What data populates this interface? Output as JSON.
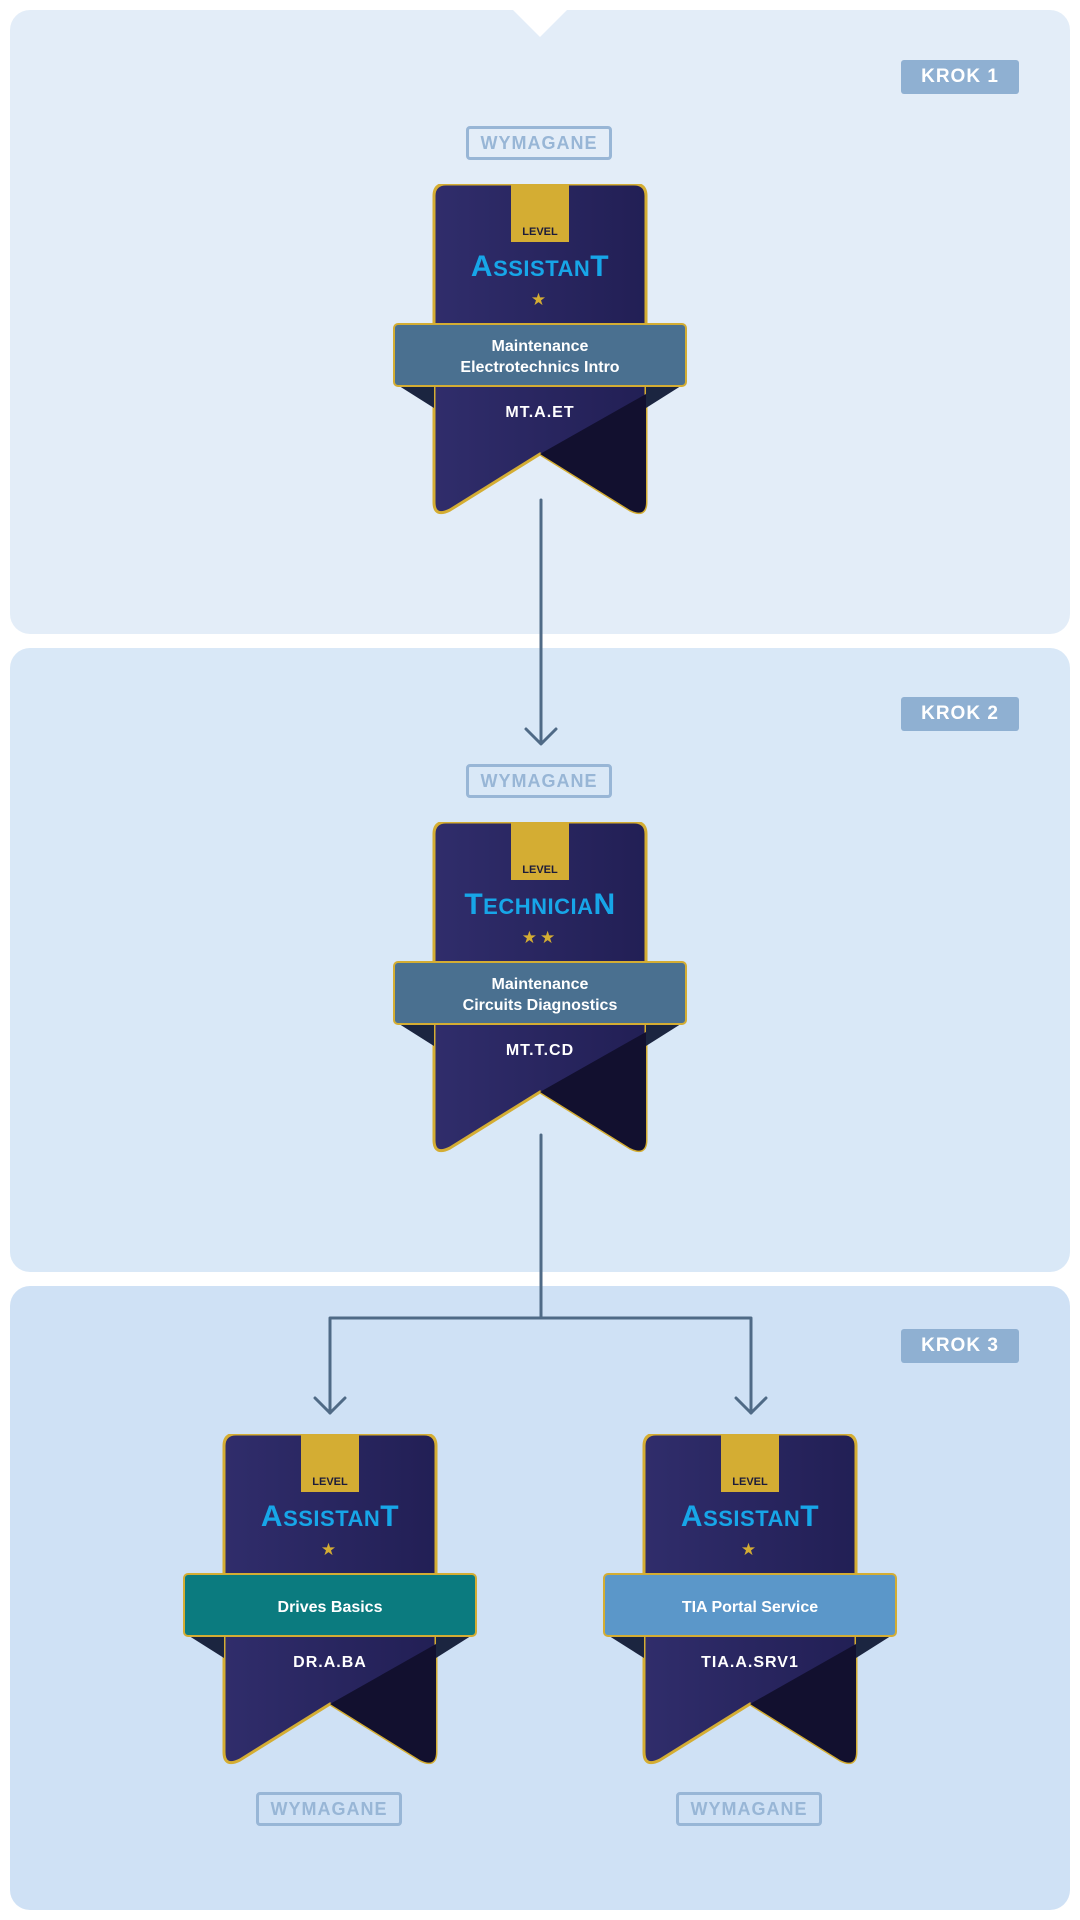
{
  "steps": [
    {
      "label": "KROK 1"
    },
    {
      "label": "KROK 2"
    },
    {
      "label": "KROK 3"
    }
  ],
  "required_label": "WYMAGANE",
  "badges": [
    {
      "level": "LEVEL",
      "role_first": "A",
      "role_mid": "SSISTAN",
      "role_last": "T",
      "stars": "★",
      "title_line1": "Maintenance",
      "title_line2": "Electrotechnics Intro",
      "code": "MT.A.ET",
      "band_color": "#4a7090"
    },
    {
      "level": "LEVEL",
      "role_first": "T",
      "role_mid": "ECHNICIA",
      "role_last": "N",
      "stars": "★★",
      "title_line1": "Maintenance",
      "title_line2": "Circuits Diagnostics",
      "code": "MT.T.CD",
      "band_color": "#4a7090"
    },
    {
      "level": "LEVEL",
      "role_first": "A",
      "role_mid": "SSISTAN",
      "role_last": "T",
      "stars": "★",
      "title_line1": "Drives Basics",
      "title_line2": "",
      "code": "DR.A.BA",
      "band_color": "#0b7b7f"
    },
    {
      "level": "LEVEL",
      "role_first": "A",
      "role_mid": "SSISTAN",
      "role_last": "T",
      "stars": "★",
      "title_line1": "TIA Portal Service",
      "title_line2": "",
      "code": "TIA.A.SRV1",
      "band_color": "#5b97c9"
    }
  ],
  "colors": {
    "badge_body": "#2a2760",
    "badge_dark": "#12102f",
    "badge_border": "#d4ad33",
    "level_tab": "#d4ad33",
    "role_text": "#17a6e8",
    "connector": "#4f6a86"
  },
  "icons": [
    "arrow-down-icon",
    "star-icon"
  ]
}
